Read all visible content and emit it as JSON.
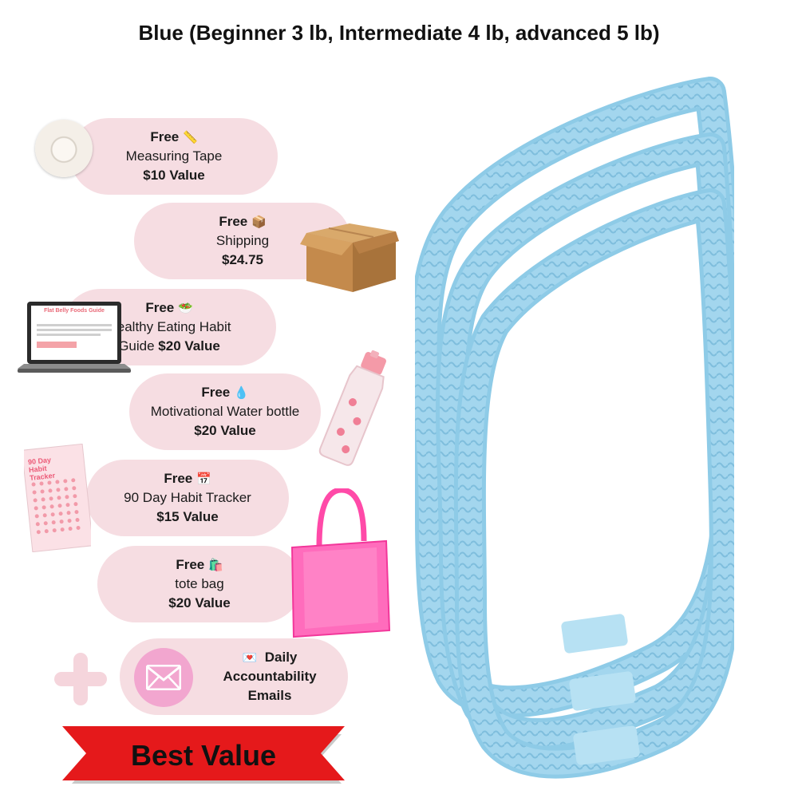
{
  "title": "Blue (Beginner 3 lb, Intermediate 4 lb,  advanced 5 lb)",
  "offers": [
    {
      "heading": "Free",
      "emoji": "📏",
      "line2": "Measuring Tape",
      "value": "$10 Value"
    },
    {
      "heading": "Free",
      "emoji": "📦",
      "line2": "Shipping",
      "value": "$24.75"
    },
    {
      "heading": "Free",
      "emoji": "🥗",
      "line2": "Healthy Eating Habit",
      "line3_prefix": "Guide ",
      "value": "$20 Value"
    },
    {
      "heading": "Free",
      "emoji": "💧",
      "line2": "Motivational Water bottle",
      "value": "$20 Value"
    },
    {
      "heading": "Free",
      "emoji": "📅",
      "line2": "90 Day Habit Tracker",
      "value": "$15 Value"
    },
    {
      "heading": "Free",
      "emoji": "🛍️",
      "line2": "tote bag",
      "value": "$20 Value"
    }
  ],
  "emails": {
    "emoji": "💌",
    "line1": "Daily",
    "line2": "Accountability",
    "line3": "Emails"
  },
  "laptop_screen_title": "Flat Belly Foods Guide",
  "tracker_title": "90 Day Habit Tracker",
  "badge": "Best Value",
  "colors": {
    "pill": "#f6dde2",
    "hoop": "#9fd3ec",
    "banner": "#e5191b",
    "tote": "#ff5fb4"
  }
}
